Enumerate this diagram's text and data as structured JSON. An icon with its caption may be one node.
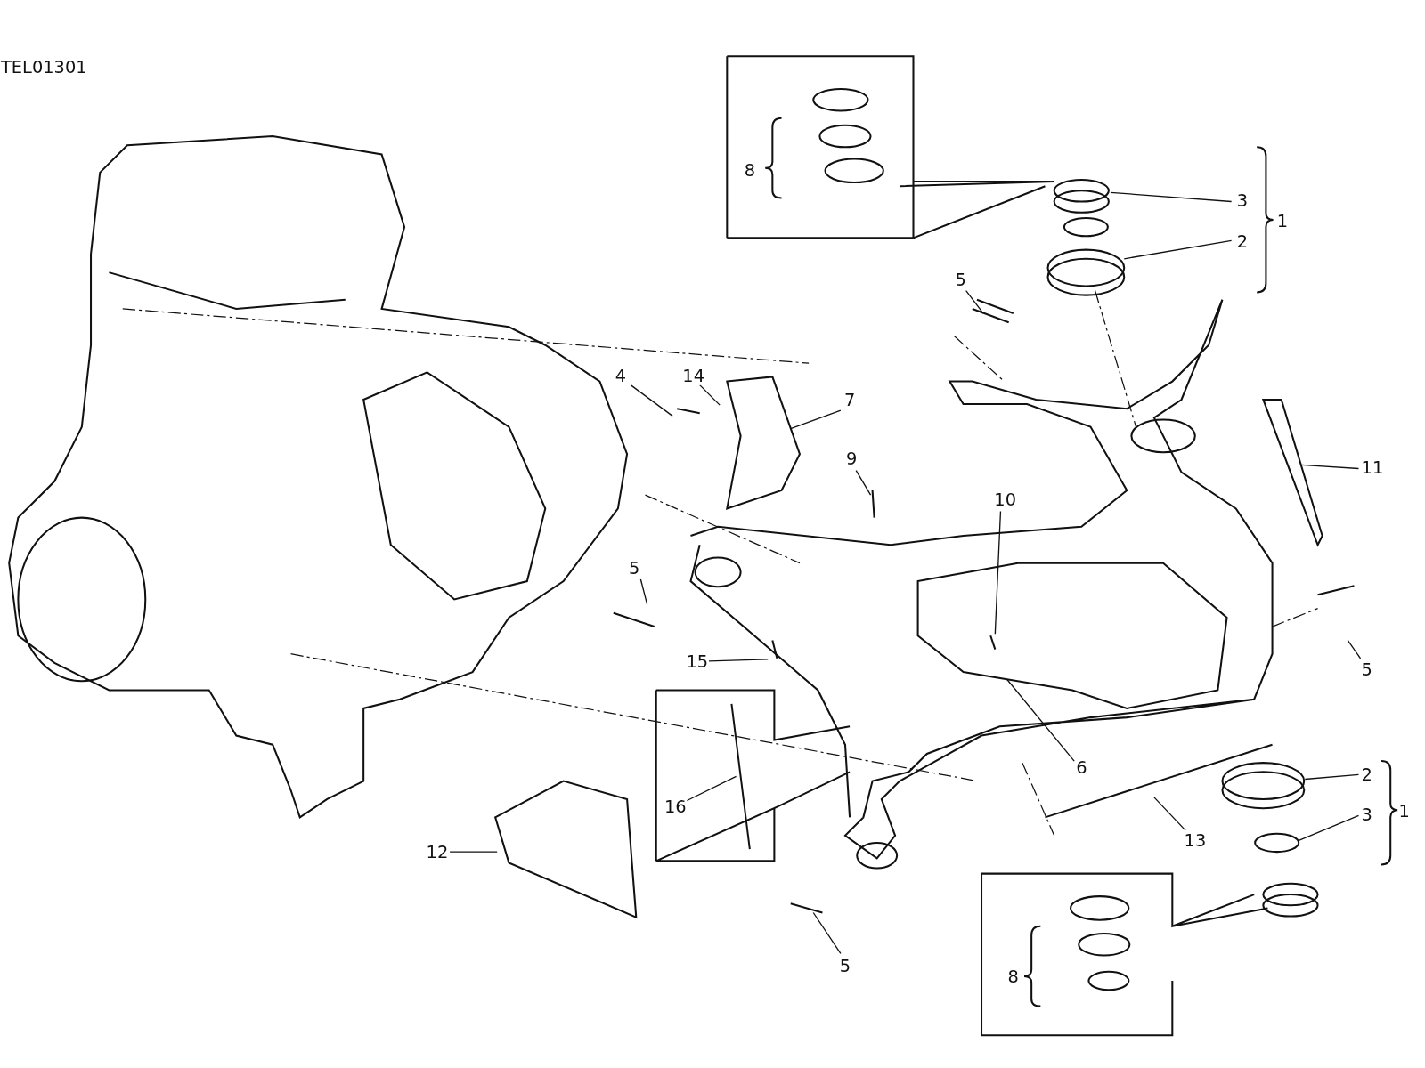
{
  "diagram": {
    "nodes": [
      {
        "text": [
          "3"
        ]
      },
      {
        "text": [
          "2"
        ]
      },
      {
        "text": [
          "5"
        ]
      },
      {
        "text": [
          "4"
        ]
      },
      {
        "text": [
          "14"
        ]
      },
      {
        "text": [
          "7"
        ]
      },
      {
        "text": [
          "9"
        ]
      },
      {
        "text": [
          "11"
        ]
      },
      {
        "text": [
          "10"
        ]
      },
      {
        "text": [
          "5"
        ]
      },
      {
        "text": [
          "15"
        ]
      },
      {
        "text": [
          "5"
        ]
      },
      {
        "text": [
          "6"
        ]
      },
      {
        "text": [
          "2"
        ]
      },
      {
        "text": [
          "16"
        ]
      },
      {
        "text": [
          "3"
        ]
      },
      {
        "text": [
          "13"
        ]
      },
      {
        "text": [
          "12"
        ]
      },
      {
        "text": [
          "5"
        ]
      },
      {
        "text": [],
        "shape": "picture"
      }
    ],
    "edges": [
      {
        "from": 0,
        "to": null,
        "arrow": "none"
      },
      {
        "from": 1,
        "to": null,
        "arrow": "none"
      },
      {
        "from": 2,
        "to": null,
        "arrow": "none"
      },
      {
        "from": 3,
        "to": null,
        "arrow": "none"
      },
      {
        "from": 4,
        "to": null,
        "arrow": "none"
      },
      {
        "from": 5,
        "to": null,
        "arrow": "none"
      },
      {
        "from": 6,
        "to": null,
        "arrow": "none"
      },
      {
        "from": 7,
        "to": 19,
        "arrow": "none"
      },
      {
        "from": 8,
        "to": null,
        "arrow": "none"
      },
      {
        "from": 9,
        "to": null,
        "arrow": "none"
      },
      {
        "from": 10,
        "to": null,
        "arrow": "none"
      },
      {
        "from": 11,
        "to": null,
        "arrow": "none"
      },
      {
        "from": 12,
        "to": null,
        "arrow": "none"
      },
      {
        "from": 13,
        "to": null,
        "arrow": "none"
      },
      {
        "from": 14,
        "to": null,
        "arrow": "none"
      },
      {
        "from": 15,
        "to": null,
        "arrow": "none"
      },
      {
        "from": 16,
        "to": null,
        "arrow": "none"
      },
      {
        "from": 17,
        "to": null,
        "arrow": "none"
      },
      {
        "from": 18,
        "to": null,
        "arrow": "none"
      }
    ],
    "labels": [
      "TEL01301",
      "8",
      "1",
      "1",
      "8"
    ]
  }
}
